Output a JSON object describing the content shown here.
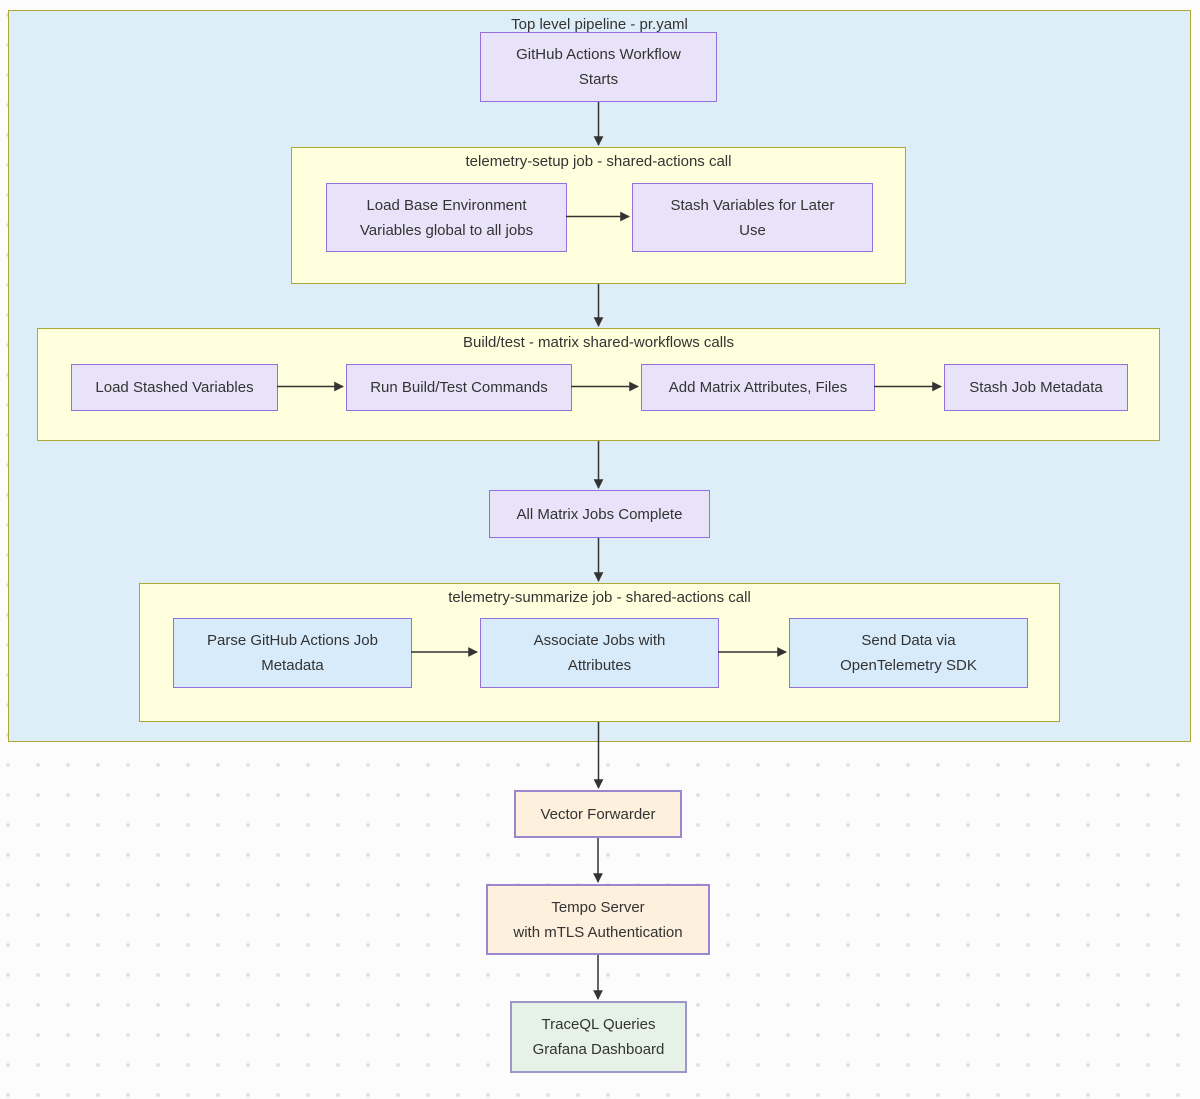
{
  "outer": {
    "title": "Top level pipeline - pr.yaml"
  },
  "clusters": {
    "setup": {
      "title": "telemetry-setup job - shared-actions call"
    },
    "build": {
      "title": "Build/test - matrix shared-workflows calls"
    },
    "summarize": {
      "title": "telemetry-summarize job - shared-actions call"
    }
  },
  "nodes": {
    "start": {
      "line1": "GitHub Actions Workflow",
      "line2": "Starts"
    },
    "load_base": {
      "line1": "Load Base Environment",
      "line2": "Variables global to all jobs"
    },
    "stash_vars": {
      "line1": "Stash Variables for Later",
      "line2": "Use"
    },
    "load_stashed": {
      "line1": "Load Stashed Variables"
    },
    "run_build": {
      "line1": "Run Build/Test Commands"
    },
    "add_matrix": {
      "line1": "Add Matrix Attributes, Files"
    },
    "stash_meta": {
      "line1": "Stash Job Metadata"
    },
    "all_complete": {
      "line1": "All Matrix Jobs Complete"
    },
    "parse_meta": {
      "line1": "Parse GitHub Actions Job",
      "line2": "Metadata"
    },
    "associate": {
      "line1": "Associate Jobs with",
      "line2": "Attributes"
    },
    "send_data": {
      "line1": "Send Data via",
      "line2": "OpenTelemetry SDK"
    },
    "vector": {
      "line1": "Vector Forwarder"
    },
    "tempo": {
      "line1": "Tempo Server",
      "line2": "with mTLS Authentication"
    },
    "traceql": {
      "line1": "TraceQL Queries",
      "line2": "Grafana Dashboard"
    }
  },
  "colors": {
    "outer_cluster_fill": "#ddeef9",
    "cluster_border": "#aaaa33",
    "inner_cluster_fill": "#ffffde",
    "node_lavender_fill": "#e9e3f9",
    "node_lavender_border": "#9370db",
    "node_blue_fill": "#d8ebfb",
    "node_peach_fill": "#fdf0dc",
    "node_peach_border": "#9b87d0",
    "node_green_fill": "#e6f2e6",
    "arrow_color": "#333333",
    "text_color": "#333333",
    "page_dot_color": "#e3e3e3"
  }
}
